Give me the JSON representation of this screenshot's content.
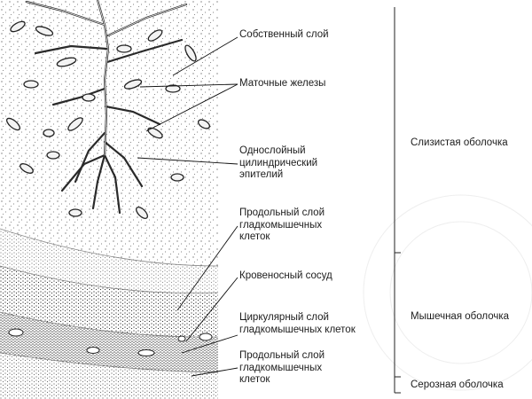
{
  "labels": {
    "lamina_propria": "Собственный слой",
    "uterine_glands": "Маточные железы",
    "epithelium": [
      "Однослойный",
      "цилиндрический",
      "эпителий"
    ],
    "longitudinal_inner": [
      "Продольный слой",
      "гладкомышечных",
      "клеток"
    ],
    "blood_vessel": "Кровеносный сосуд",
    "circular_layer": [
      "Циркулярный слой",
      "гладкомышечных клеток"
    ],
    "longitudinal_outer": [
      "Продольный слой",
      "гладкомышечных",
      "клеток"
    ]
  },
  "layers": {
    "mucosa": "Слизистая оболочка",
    "muscular": "Мышечная оболочка",
    "serosa": "Серозная оболочка"
  }
}
